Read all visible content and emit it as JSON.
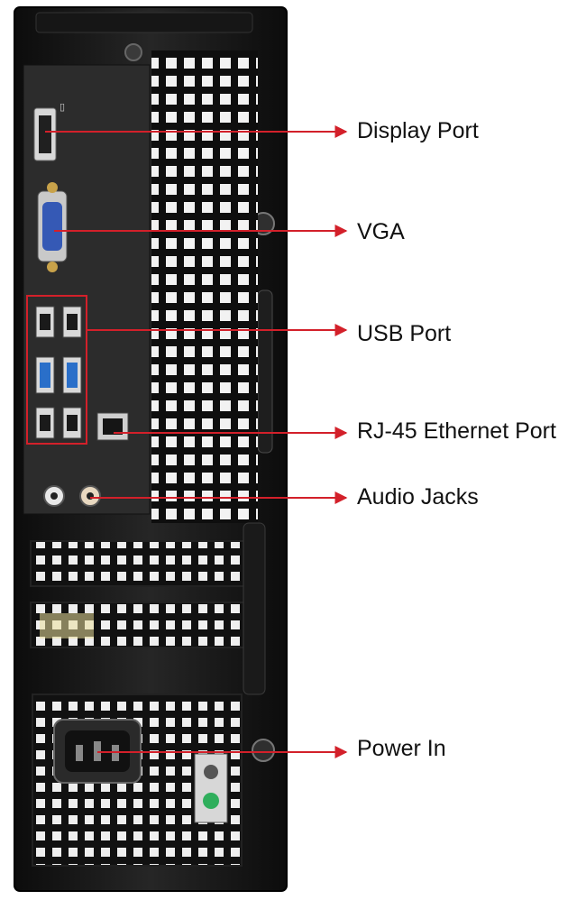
{
  "labels": {
    "display_port": "Display Port",
    "vga": "VGA",
    "usb_port": "USB Port",
    "rj45": "RJ-45 Ethernet Port",
    "audio": "Audio Jacks",
    "power": "Power In"
  },
  "colors": {
    "case": "#1b1b1b",
    "panel": "#2a2a2a",
    "arrow": "#d3202a",
    "usb3": "#2a6fc9",
    "vga": "#3559b5",
    "gold": "#c8a24a"
  }
}
